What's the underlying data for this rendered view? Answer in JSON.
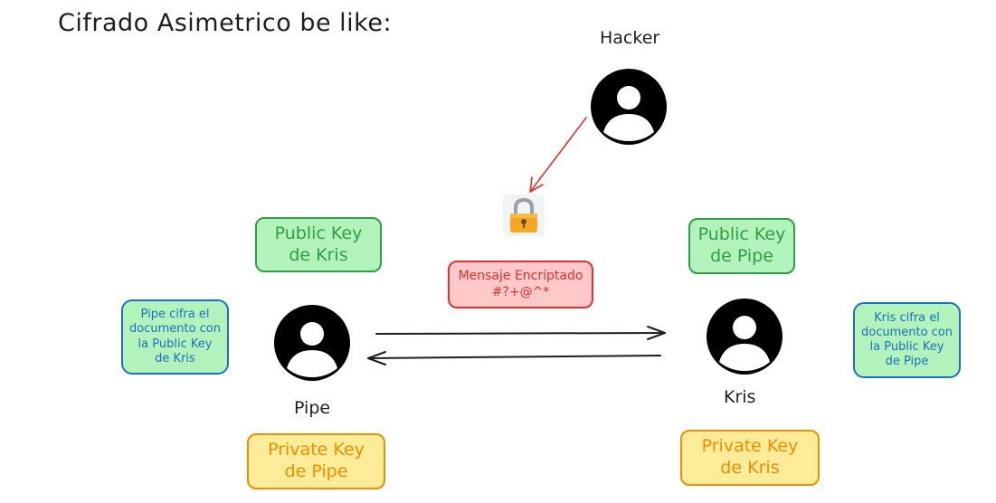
{
  "title": "Cifrado Asimetrico be like:",
  "actors": {
    "hacker": "Hacker",
    "pipe": "Pipe",
    "kris": "Kris"
  },
  "keys": {
    "pipe_public": [
      "Public Key",
      "de Kris"
    ],
    "kris_public": [
      "Public Key",
      "de Pipe"
    ],
    "pipe_private": [
      "Private Key",
      "de Pipe"
    ],
    "kris_private": [
      "Private Key",
      "de Kris"
    ]
  },
  "message": [
    "Mensaje Encriptado",
    "#?+@^*"
  ],
  "notes": {
    "pipe": [
      "Pipe cifra el",
      "documento con",
      "la Public Key",
      "de Kris"
    ],
    "kris": [
      "Kris cifra el",
      "documento con",
      "la Public Key",
      "de Pipe"
    ]
  },
  "icons": {
    "user": "user-avatar-icon",
    "lock": "padlock-icon"
  },
  "colors": {
    "green_fill": "#b2f2bb",
    "green_stroke": "#2f9e44",
    "yellow_fill": "#ffec99",
    "yellow_stroke": "#f08c00",
    "red_fill": "#ffc9c9",
    "red_stroke": "#e03131",
    "blue_stroke": "#1971c2"
  }
}
